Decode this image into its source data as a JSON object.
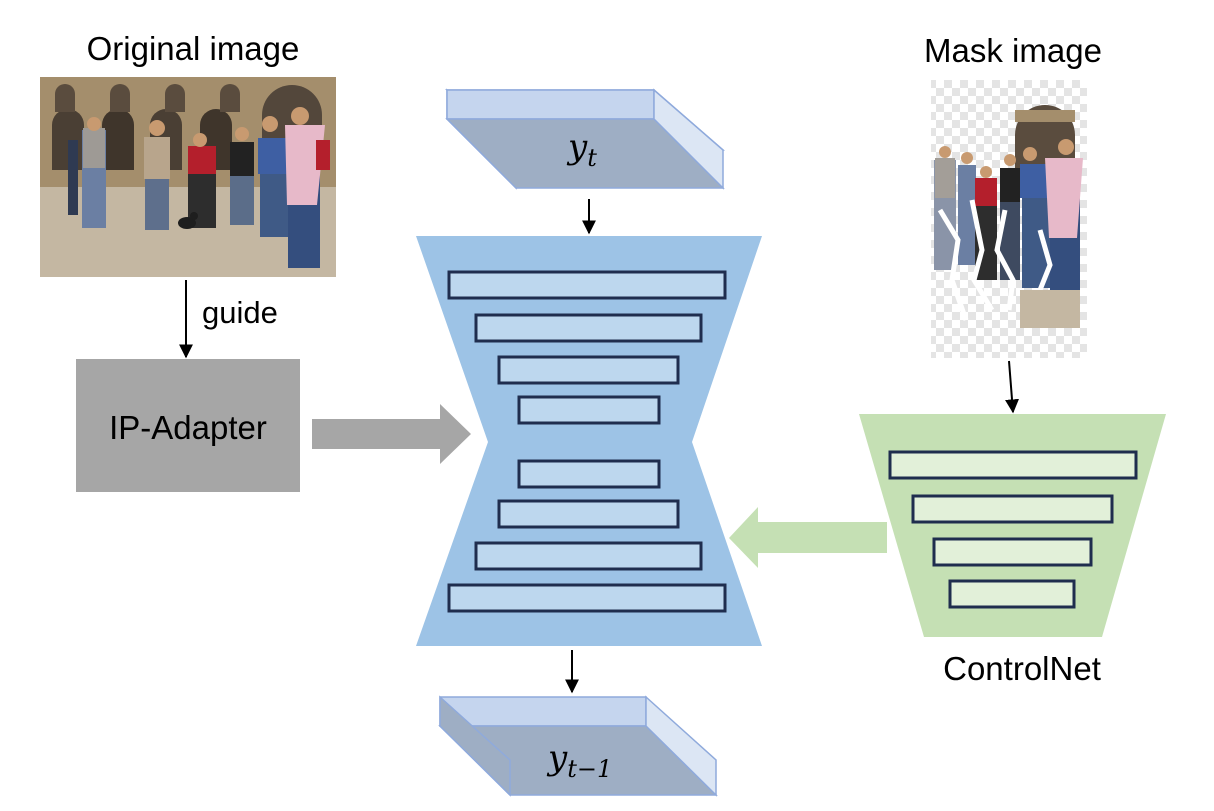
{
  "labels": {
    "original_image": "Original image",
    "mask_image": "Mask image",
    "guide": "guide",
    "ip_adapter": "IP-Adapter",
    "controlnet": "ControlNet"
  },
  "latents": {
    "input": {
      "base": "y",
      "sub": "t"
    },
    "output": {
      "base": "y",
      "sub": "t−1"
    }
  },
  "colors": {
    "unet_fill": "#9DC3E6",
    "block_fill": "#BDD7EE",
    "block_stroke": "#1F2D4E",
    "controlnet_fill": "#C5E0B4",
    "controlnet_block_fill": "#E2F0D9",
    "controlnet_arrow": "#C5E0B4",
    "ip_adapter_fill": "#A6A6A6",
    "ip_adapter_arrow": "#A6A6A6",
    "latent_top": "#C5D5EE",
    "latent_front": "#9EAEC4",
    "latent_side": "#DCE6F4",
    "latent_stroke": "#8FAADC"
  }
}
